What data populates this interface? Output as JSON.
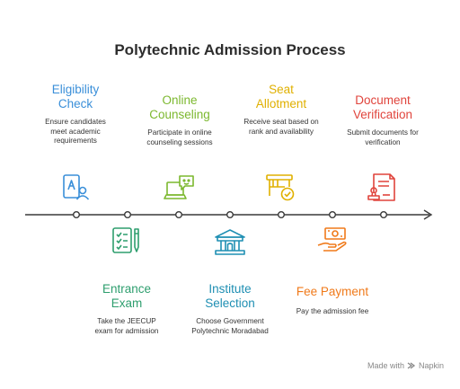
{
  "title": "Polytechnic Admission Process",
  "steps": [
    {
      "title": "Eligibility Check",
      "desc": "Ensure candidates meet academic requirements",
      "color": "#3a8fd9",
      "icon": "id-card-user-icon"
    },
    {
      "title": "Entrance Exam",
      "desc": "Take the JEECUP exam for admission",
      "color": "#2e9e6e",
      "icon": "checklist-pencil-icon"
    },
    {
      "title": "Online Counseling",
      "desc": "Participate in online counseling sessions",
      "color": "#7cb82f",
      "icon": "laptop-chat-icon"
    },
    {
      "title": "Institute Selection",
      "desc": "Choose Government Polytechnic Moradabad",
      "color": "#1f8fb3",
      "icon": "institute-building-icon"
    },
    {
      "title": "Seat Allotment",
      "desc": "Receive seat based on rank and availability",
      "color": "#e0b000",
      "icon": "seat-check-icon"
    },
    {
      "title": "Fee Payment",
      "desc": "Pay the admission fee",
      "color": "#f07a1a",
      "icon": "hand-money-icon"
    },
    {
      "title": "Document Verification",
      "desc": "Submit documents for verification",
      "color": "#e0443c",
      "icon": "document-stamp-icon"
    }
  ],
  "footer": {
    "text": "Made with",
    "brand": "Napkin"
  }
}
